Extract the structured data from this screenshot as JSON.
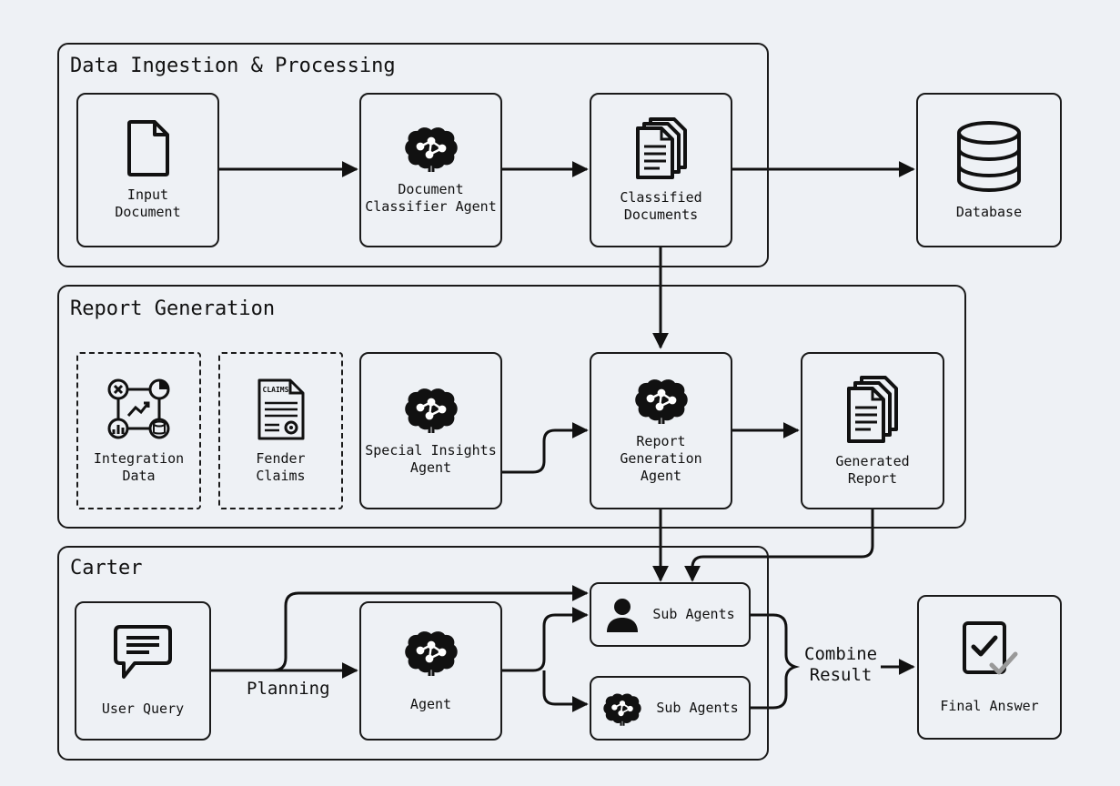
{
  "groups": {
    "ingestion": "Data Ingestion & Processing",
    "report": "Report Generation",
    "carter": "Carter"
  },
  "nodes": {
    "input_document": "Input\nDocument",
    "document_classifier": "Document\nClassifier Agent",
    "classified_documents": "Classified\nDocuments",
    "database": "Database",
    "integration_data": "Integration\nData",
    "fender_claims": "Fender\nClaims",
    "claims_doc_text": "CLAIMS",
    "special_insights": "Special Insights\nAgent",
    "report_generation_agent": "Report Generation\nAgent",
    "generated_report": "Generated\nReport",
    "user_query": "User Query",
    "agent": "Agent",
    "sub_agents_person": "Sub Agents",
    "sub_agents_brain": "Sub Agents",
    "final_answer": "Final Answer"
  },
  "edge_labels": {
    "planning": "Planning",
    "combine_result": "Combine\nResult"
  },
  "icons": {
    "input_document": "document-icon",
    "document_classifier": "brain-network-icon",
    "classified_documents": "stacked-documents-icon",
    "database": "database-cylinder-icon",
    "integration_data": "integration-grid-icon",
    "fender_claims": "claims-document-icon",
    "special_insights": "brain-network-icon",
    "report_generation_agent": "brain-network-icon",
    "generated_report": "stacked-documents-icon",
    "user_query": "chat-bubble-icon",
    "agent": "brain-network-icon",
    "sub_agents_person": "person-icon",
    "sub_agents_brain": "brain-network-icon",
    "final_answer": "checked-clipboard-icon"
  }
}
